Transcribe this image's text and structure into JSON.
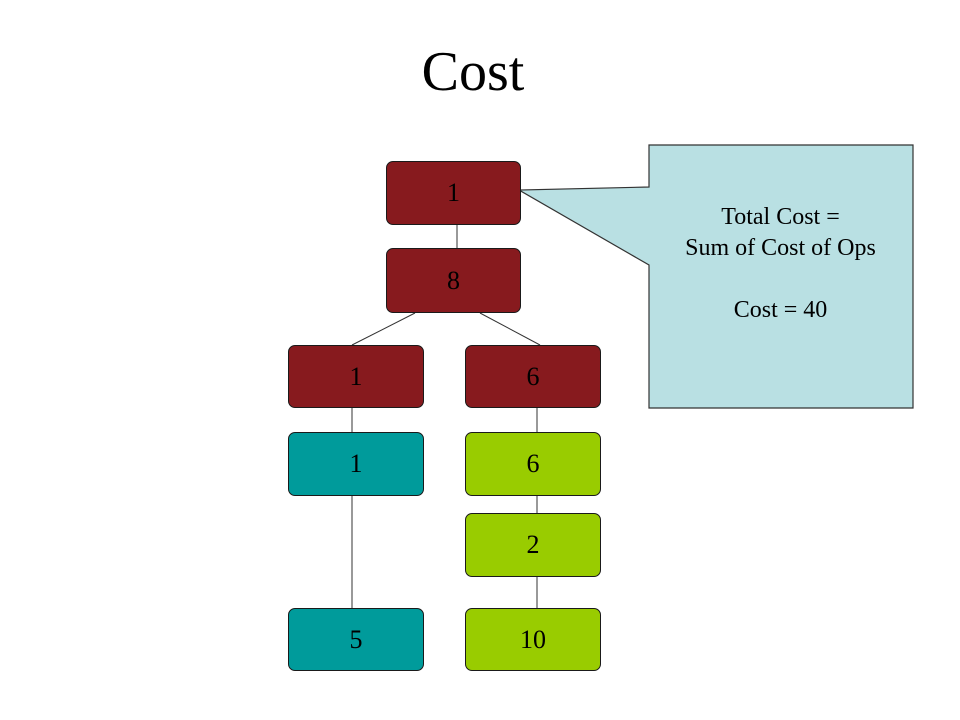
{
  "slide": {
    "title": "Cost"
  },
  "tree": {
    "root": "1",
    "level2": "8",
    "left_op": "1",
    "right_op": "6",
    "left_child": "1",
    "right_child": "6",
    "right_grandchild": "2",
    "left_leaf": "5",
    "right_leaf": "10"
  },
  "callout": {
    "line1": "Total Cost =",
    "line2": "Sum of Cost of Ops",
    "line3": "Cost = 40"
  },
  "colors": {
    "operator": "#871a1e",
    "left_branch": "#009b9b",
    "right_branch": "#99cc00",
    "callout_fill": "#b9e0e3"
  }
}
